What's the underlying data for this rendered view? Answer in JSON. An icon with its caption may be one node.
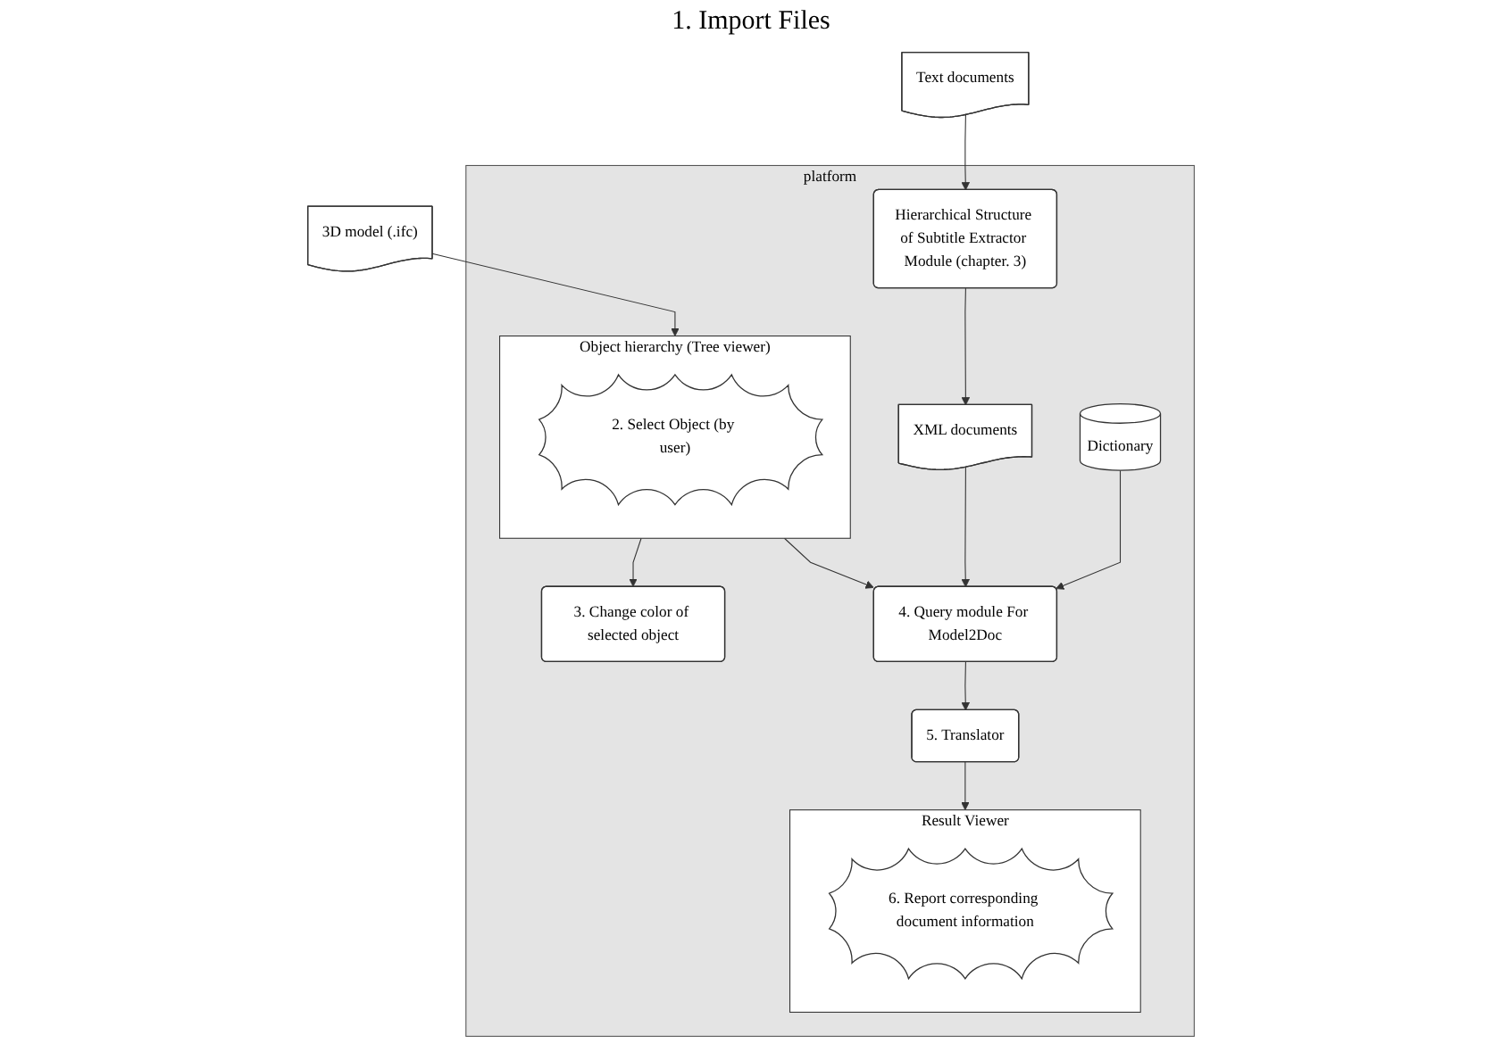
{
  "diagram": {
    "nodes": [
      {
        "text": [
          "3D model (.ifc)"
        ]
      },
      {
        "text": [
          "Text documents"
        ]
      },
      {
        "text": [
          "platform"
        ]
      },
      {
        "text": [
          "Object hierarchy (Tree viewer)"
        ],
        "in": 2
      },
      {
        "text": [
          "2. Select Object (by user)"
        ],
        "in": 3
      },
      {
        "text": [
          "Hierarchical Structure of Subtitle Extractor Module (chapter. 3)"
        ],
        "in": 2
      },
      {
        "text": [
          "Result Viewer"
        ],
        "in": 2
      },
      {
        "text": [
          "6. Report corresponding document information"
        ],
        "in": 6
      },
      {
        "text": [
          "XML documents"
        ],
        "in": 2
      },
      {
        "text": [
          "Dictionary"
        ],
        "in": 2
      },
      {
        "text": [
          "3. Change color of selected object"
        ],
        "in": 2
      },
      {
        "text": [
          "4. Query module For Model2Doc"
        ],
        "in": 2
      },
      {
        "text": [
          "5. Translator"
        ],
        "in": 2
      }
    ],
    "edges": [
      {
        "from": 0,
        "to": 3,
        "arrow": "to"
      },
      {
        "from": 1,
        "to": 5,
        "arrow": "to"
      },
      {
        "from": 5,
        "to": 8,
        "arrow": "to"
      },
      {
        "from": 3,
        "to": 10,
        "arrow": "to"
      },
      {
        "from": 3,
        "to": 11,
        "arrow": "to"
      },
      {
        "from": 9,
        "to": 11,
        "arrow": "to"
      },
      {
        "from": 8,
        "to": 11,
        "arrow": "to"
      },
      {
        "from": 11,
        "to": 12,
        "arrow": "to"
      },
      {
        "from": 12,
        "to": 6,
        "arrow": "to"
      }
    ],
    "labels": [
      "1. Import Files"
    ]
  }
}
